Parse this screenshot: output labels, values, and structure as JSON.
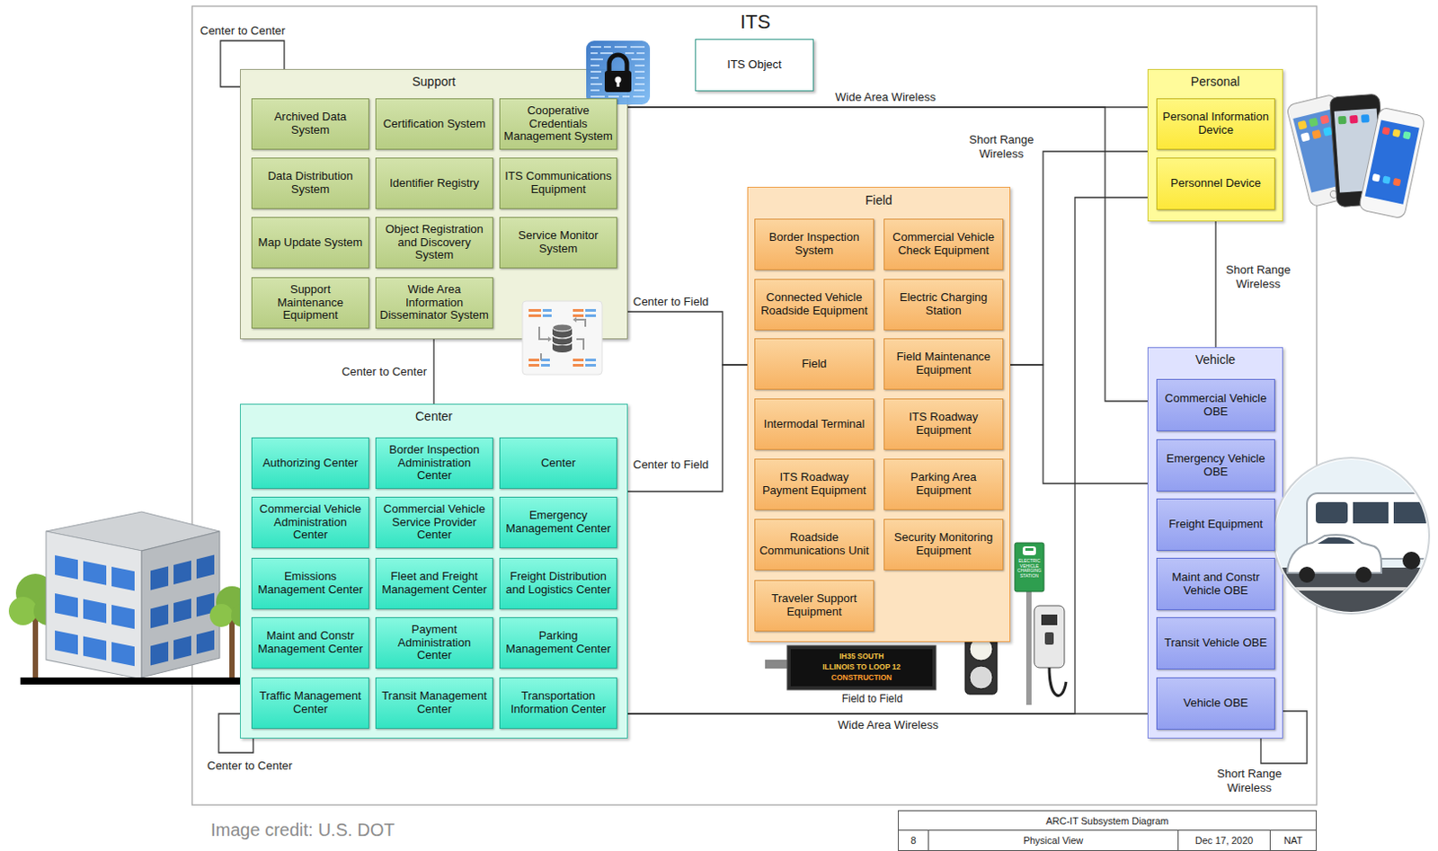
{
  "diagram": {
    "title": "ITS",
    "caption": "Image credit: U.S. DOT",
    "nodes": [
      {
        "text": [
          "Support"
        ]
      },
      {
        "text": [
          "Archived Data System"
        ],
        "in": 0
      },
      {
        "text": [
          "Certification System"
        ],
        "in": 0
      },
      {
        "text": [
          "Cooperative Credentials Management System"
        ],
        "in": 0
      },
      {
        "text": [
          "Data Distribution System"
        ],
        "in": 0
      },
      {
        "text": [
          "Identifier Registry"
        ],
        "in": 0
      },
      {
        "text": [
          "ITS Communications Equipment"
        ],
        "in": 0
      },
      {
        "text": [
          "Map Update System"
        ],
        "in": 0
      },
      {
        "text": [
          "Object Registration and Discovery System"
        ],
        "in": 0
      },
      {
        "text": [
          "Service Monitor System"
        ],
        "in": 0
      },
      {
        "text": [
          "Support Maintenance Equipment"
        ],
        "in": 0
      },
      {
        "text": [
          "Wide Area Information Disseminator System"
        ],
        "in": 0
      },
      {
        "text": [
          "ITS Object"
        ]
      },
      {
        "text": [
          "Personal"
        ]
      },
      {
        "text": [
          "Personal Information Device"
        ],
        "in": 13
      },
      {
        "text": [
          "Personnel Device"
        ],
        "in": 13
      },
      {
        "text": [
          "Field"
        ]
      },
      {
        "text": [
          "Border Inspection System"
        ],
        "in": 16
      },
      {
        "text": [
          "Commercial Vehicle Check Equipment"
        ],
        "in": 16
      },
      {
        "text": [
          "Connected Vehicle Roadside Equipment"
        ],
        "in": 16
      },
      {
        "text": [
          "Electric Charging Station"
        ],
        "in": 16
      },
      {
        "text": [
          "Field"
        ],
        "in": 16
      },
      {
        "text": [
          "Field Maintenance Equipment"
        ],
        "in": 16
      },
      {
        "text": [
          "Intermodal Terminal"
        ],
        "in": 16
      },
      {
        "text": [
          "ITS Roadway Equipment"
        ],
        "in": 16
      },
      {
        "text": [
          "ITS Roadway Payment Equipment"
        ],
        "in": 16
      },
      {
        "text": [
          "Parking Area Equipment"
        ],
        "in": 16
      },
      {
        "text": [
          "Roadside Communications Unit"
        ],
        "in": 16
      },
      {
        "text": [
          "Security Monitoring Equipment"
        ],
        "in": 16
      },
      {
        "text": [
          "Traveler Support Equipment"
        ],
        "in": 16
      },
      {
        "text": [
          "Center"
        ]
      },
      {
        "text": [
          "Authorizing Center"
        ],
        "in": 30
      },
      {
        "text": [
          "Border Inspection Administration Center"
        ],
        "in": 30
      },
      {
        "text": [
          "Center"
        ],
        "in": 30
      },
      {
        "text": [
          "Commercial Vehicle Administration Center"
        ],
        "in": 30
      },
      {
        "text": [
          "Commercial Vehicle Service Provider Center"
        ],
        "in": 30
      },
      {
        "text": [
          "Emergency Management Center"
        ],
        "in": 30
      },
      {
        "text": [
          "Emissions Management Center"
        ],
        "in": 30
      },
      {
        "text": [
          "Fleet and Freight Management Center"
        ],
        "in": 30
      },
      {
        "text": [
          "Freight Distribution and Logistics Center"
        ],
        "in": 30
      },
      {
        "text": [
          "Maint and Constr Management Center"
        ],
        "in": 30
      },
      {
        "text": [
          "Payment Administration Center"
        ],
        "in": 30
      },
      {
        "text": [
          "Parking Management Center"
        ],
        "in": 30
      },
      {
        "text": [
          "Traffic Management Center"
        ],
        "in": 30
      },
      {
        "text": [
          "Transit Management Center"
        ],
        "in": 30
      },
      {
        "text": [
          "Transportation Information Center"
        ],
        "in": 30
      },
      {
        "text": [
          "Vehicle"
        ]
      },
      {
        "text": [
          "Commercial Vehicle OBE"
        ],
        "in": 46
      },
      {
        "text": [
          "Emergency Vehicle OBE"
        ],
        "in": 46
      },
      {
        "text": [
          "Freight Equipment"
        ],
        "in": 46
      },
      {
        "text": [
          "Maint and Constr Vehicle OBE"
        ],
        "in": 46
      },
      {
        "text": [
          "Transit Vehicle OBE"
        ],
        "in": 46
      },
      {
        "text": [
          "Vehicle OBE"
        ],
        "in": 46
      }
    ],
    "edges": [
      {
        "from": 0,
        "to": 0,
        "label": "Center to Center",
        "arrow": "none"
      },
      {
        "from": 0,
        "to": 30,
        "label": "Center to Center",
        "arrow": "none"
      },
      {
        "from": 0,
        "to": 16,
        "label": "Center to Field",
        "arrow": "none"
      },
      {
        "from": 30,
        "to": 16,
        "label": "Center to Field",
        "arrow": "none"
      },
      {
        "from": 0,
        "to": 13,
        "label": "Wide Area Wireless",
        "arrow": "none"
      },
      {
        "from": 0,
        "to": 46,
        "arrow": "none"
      },
      {
        "from": 30,
        "to": 46,
        "label": "Wide Area Wireless",
        "arrow": "none"
      },
      {
        "from": 30,
        "to": 13,
        "arrow": "none"
      },
      {
        "from": 16,
        "to": 13,
        "label": "Short Range Wireless",
        "arrow": "none"
      },
      {
        "from": 16,
        "to": 46,
        "arrow": "none"
      },
      {
        "from": 13,
        "to": 46,
        "label": "Short Range Wireless",
        "arrow": "none"
      },
      {
        "from": 46,
        "to": 46,
        "label": "Short Range Wireless",
        "arrow": "none"
      },
      {
        "from": 30,
        "to": 30,
        "label": "Center to Center",
        "arrow": "none"
      }
    ],
    "labels": [
      "Field to Field",
      "ARC-IT Subsystem Diagram",
      "8",
      "Physical View",
      "Dec 17, 2020",
      "NAT",
      "IH35 SOUTH",
      "ILLINOIS TO LOOP 12",
      "CONSTRUCTION",
      "ELECTRIC VEHICLE CHARGING STATION"
    ]
  }
}
